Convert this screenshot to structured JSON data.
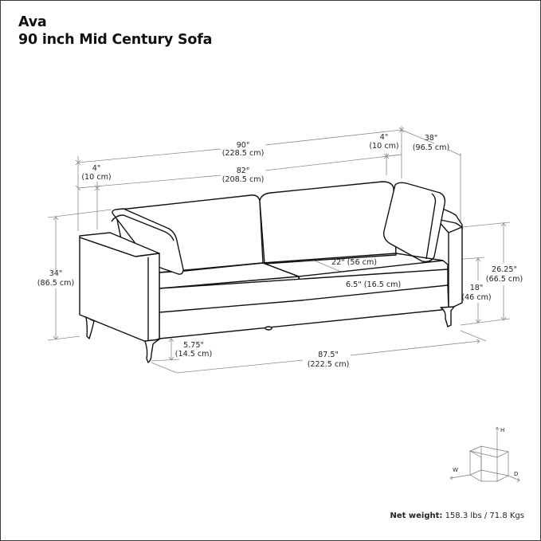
{
  "title": {
    "line1": "Ava",
    "line2": "90 inch Mid Century Sofa"
  },
  "dimensions": {
    "overall_width": {
      "in": "90\"",
      "cm": "(228.5 cm)"
    },
    "inner_width": {
      "in": "82\"",
      "cm": "(208.5 cm)"
    },
    "right_arm": {
      "in": "4\"",
      "cm": "(10 cm)"
    },
    "left_arm": {
      "in": "4\"",
      "cm": "(10 cm)"
    },
    "depth": {
      "in": "38\"",
      "cm": "(96.5 cm)"
    },
    "overall_height": {
      "in": "34\"",
      "cm": "(86.5 cm)"
    },
    "arm_height": {
      "in": "26.25\"",
      "cm": "(66.5 cm)"
    },
    "seat_height": {
      "in": "18\"",
      "cm": "(46 cm)"
    },
    "seat_depth": {
      "label": "22\" (56 cm)"
    },
    "cushion_thickness": {
      "label": "6.5\" (16.5 cm)"
    },
    "leg_height": {
      "in": "5.75\"",
      "cm": "(14.5 cm)"
    },
    "leg_span": {
      "in": "87.5\"",
      "cm": "(222.5 cm)"
    }
  },
  "axis_legend": {
    "h": "H",
    "w": "W",
    "d": "D"
  },
  "weight": {
    "label": "Net weight:",
    "value": "158.3 lbs / 71.8 Kgs"
  },
  "colors": {
    "outline": "#111111",
    "dimension_line": "#8a8a8a",
    "text": "#222222"
  }
}
